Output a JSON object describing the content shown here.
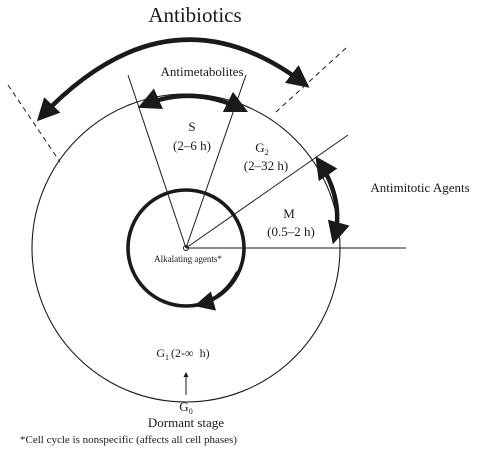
{
  "title": "Antibiotics",
  "drug_labels": {
    "antimetabolites": "Antimetabolites",
    "antimitotic": "Antimitotic Agents",
    "alkylating": "Alkalating agents*"
  },
  "phases": {
    "s": {
      "name": "S",
      "duration": "(2–6 h)"
    },
    "g2": {
      "name": "G",
      "subscript": "2",
      "duration": "(2–32 h)"
    },
    "m": {
      "name": "M",
      "duration": "(0.5–2 h)"
    },
    "g1": {
      "name": "G",
      "subscript": "1",
      "duration_prefix": "(2-",
      "infinity": "∞",
      "duration_suffix": "h)"
    },
    "g0": {
      "name": "G",
      "subscript": "0",
      "caption": "Dormant stage"
    }
  },
  "footnote": "*Cell cycle is nonspecific (affects all cell phases)",
  "colors": {
    "ink": "#1a1a1a",
    "background": "#ffffff"
  }
}
